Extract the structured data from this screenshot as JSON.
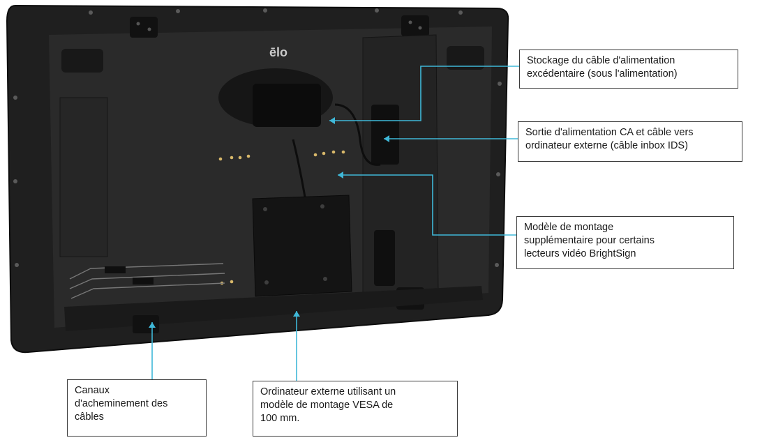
{
  "colors": {
    "leader_line": "#3fb8d8",
    "monitor_body": "#1f1f1f",
    "box_border": "#3a3a3a",
    "pins": "#d8b86a"
  },
  "monitor": {
    "brand_logo": "ēlo"
  },
  "callouts": [
    {
      "id": "power-cable-storage",
      "lines": [
        "Stockage du câble d'alimentation",
        "excédentaire (sous l'alimentation)"
      ]
    },
    {
      "id": "ac-power-output",
      "lines": [
        "Sortie d'alimentation CA et câble vers",
        "ordinateur externe (câble inbox IDS)"
      ]
    },
    {
      "id": "brightsign-mount",
      "lines": [
        "Modèle de montage",
        "supplémentaire pour certains",
        "lecteurs vidéo BrightSign"
      ]
    },
    {
      "id": "cable-channels",
      "lines": [
        "Canaux",
        "d'acheminement des",
        "câbles"
      ]
    },
    {
      "id": "vesa-computer",
      "lines": [
        "Ordinateur externe utilisant un",
        "modèle de montage VESA de",
        "100 mm."
      ]
    }
  ]
}
